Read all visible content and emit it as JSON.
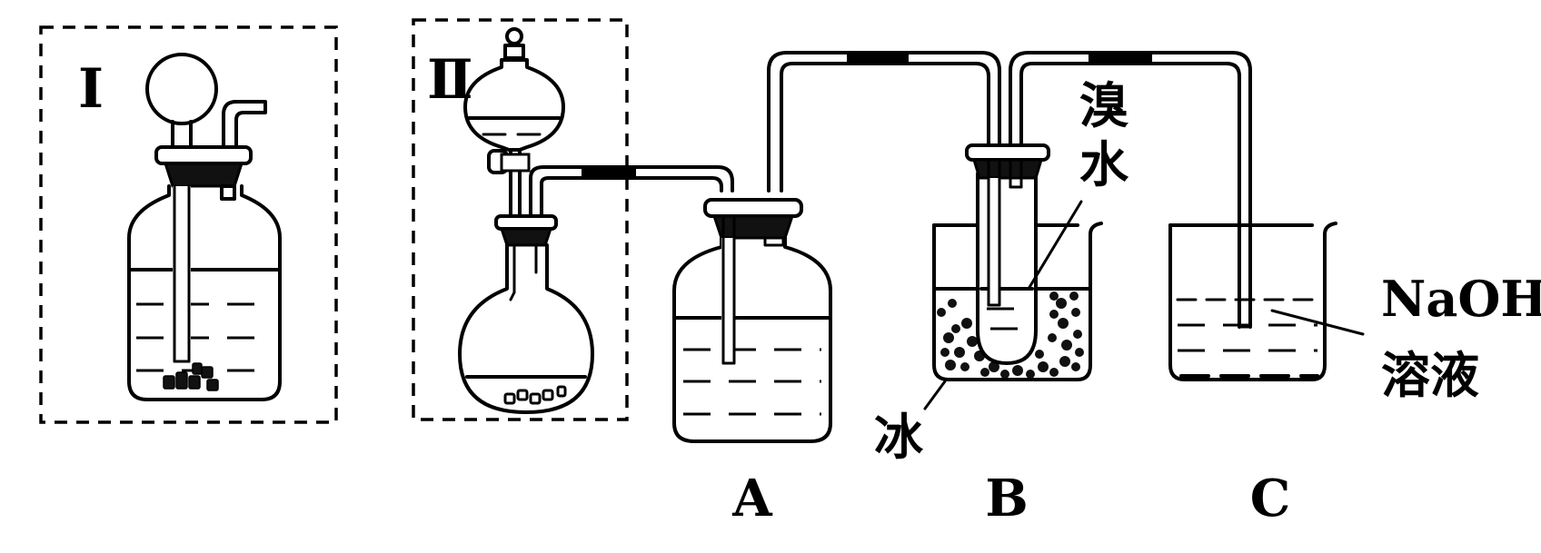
{
  "labels": {
    "apparatus_1": "Ⅰ",
    "apparatus_2": "Ⅱ",
    "vessel_a": "A",
    "vessel_b": "B",
    "vessel_c": "C",
    "bromine_water_line1": "溴",
    "bromine_water_line2": "水",
    "ice": "冰",
    "naoh_line1": "NaOH",
    "naoh_line2": "溶液"
  },
  "colors": {
    "ink": "#000000",
    "background": "#ffffff"
  }
}
